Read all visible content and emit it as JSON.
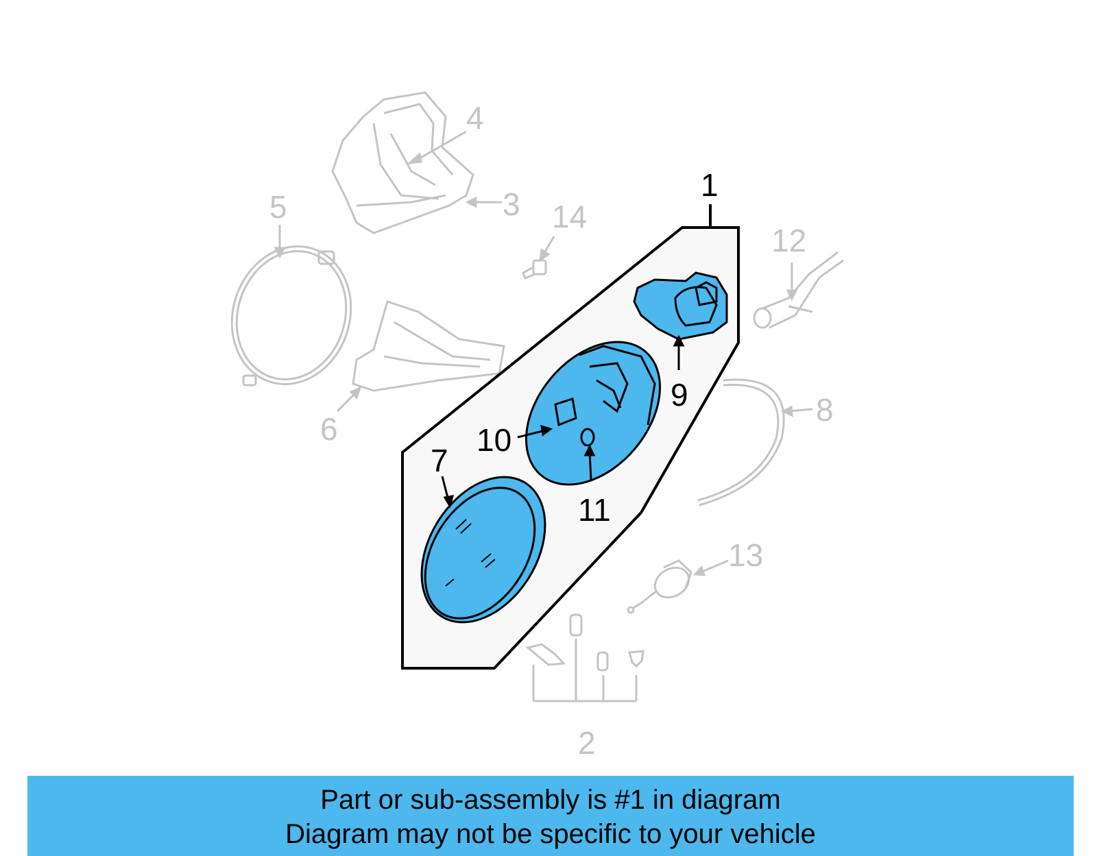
{
  "callouts": {
    "c1": "1",
    "c2": "2",
    "c3": "3",
    "c4": "4",
    "c5": "5",
    "c6": "6",
    "c7": "7",
    "c8": "8",
    "c9": "9",
    "c10": "10",
    "c11": "11",
    "c12": "12",
    "c13": "13",
    "c14": "14"
  },
  "banner": {
    "line1": "Part or sub-assembly is #1 in diagram",
    "line2": "Diagram may not be specific to your vehicle"
  },
  "colors": {
    "highlight": "#4cb8ee",
    "muted": "#c4c4c4",
    "outline": "#000000",
    "panel": "#f8f8f8"
  }
}
